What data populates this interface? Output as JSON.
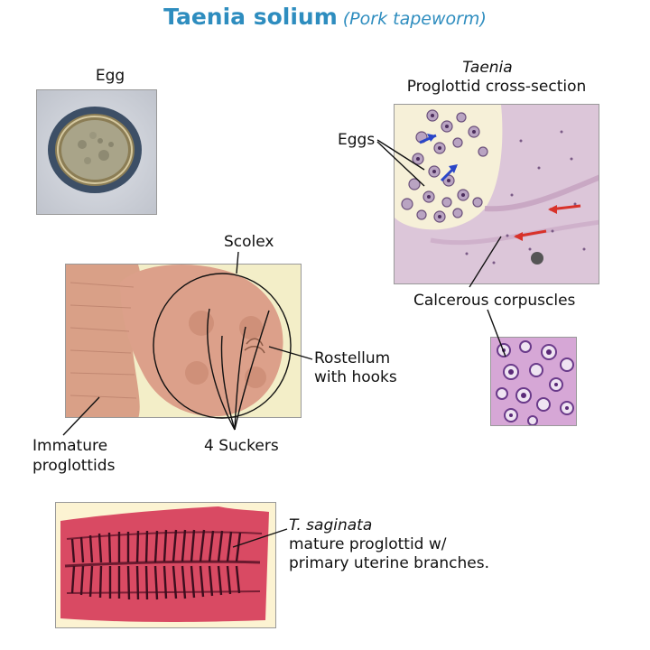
{
  "title": {
    "main": "Taenia solium",
    "sub": "(Pork tapeworm)"
  },
  "labels": {
    "egg": "Egg",
    "taenia": "Taenia",
    "cross_section": "Proglottid cross-section",
    "eggs": "Eggs",
    "scolex": "Scolex",
    "rostellum_line1": "Rostellum",
    "rostellum_line2": "with hooks",
    "calcerous": "Calcerous corpuscles",
    "immature_line1": "Immature",
    "immature_line2": "proglottids",
    "suckers": "4 Suckers",
    "saginata_line1": "T. saginata",
    "saginata_line2": "mature proglottid w/",
    "saginata_line3": "primary uterine branches."
  },
  "colors": {
    "title": "#2e8dbf",
    "blue_arrow": "#2a46c8",
    "red_arrow": "#d8322a"
  }
}
